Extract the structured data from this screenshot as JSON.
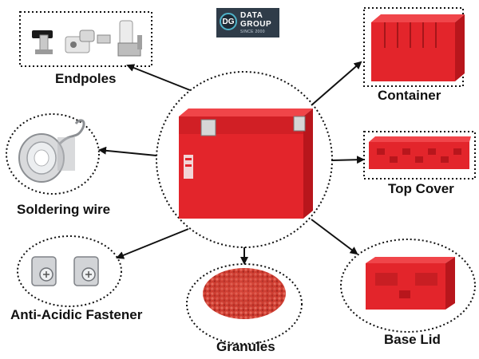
{
  "logo": {
    "mark": "DG",
    "line1": "DATA",
    "line2": "GROUP",
    "tagline": "SINCE 2000"
  },
  "center": {
    "name": "battery"
  },
  "components": [
    {
      "id": "endpoles",
      "label": "Endpoles"
    },
    {
      "id": "container",
      "label": "Container"
    },
    {
      "id": "soldering-wire",
      "label": "Soldering wire"
    },
    {
      "id": "top-cover",
      "label": "Top Cover"
    },
    {
      "id": "anti-acidic-fastener",
      "label": "Anti-Acidic Fastener"
    },
    {
      "id": "granules",
      "label": "Granules"
    },
    {
      "id": "base-lid",
      "label": "Base Lid"
    }
  ],
  "colors": {
    "accent": "#e3252b",
    "accent_dark": "#b8161c",
    "metal": "#b9bcc0"
  }
}
